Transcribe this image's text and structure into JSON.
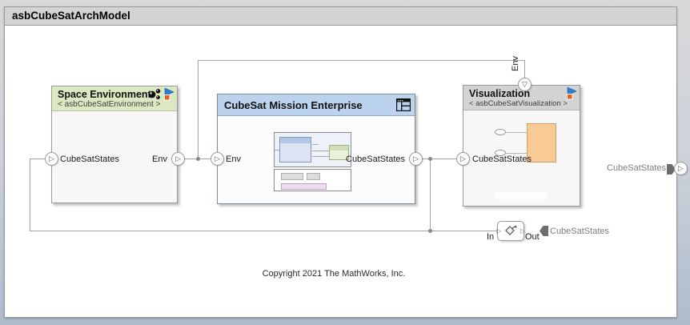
{
  "title_bar": {
    "title": "asbCubeSatArchModel"
  },
  "blocks": {
    "space_environment": {
      "title": "Space Environment",
      "stereotype": "< asbCubeSatEnvironment >",
      "in_port": "CubeSatStates",
      "out_port": "Env"
    },
    "mission_enterprise": {
      "title": "CubeSat Mission Enterprise",
      "in_port": "Env",
      "out_port": "CubeSatStates"
    },
    "visualization": {
      "title": "Visualization",
      "stereotype": "< asbCubeSatVisualization >",
      "top_in_port": "Env",
      "in_port": "CubeSatStates"
    },
    "adapter": {
      "in_label": "In",
      "out_label": "Out",
      "signal_label": "CubeSatStates"
    }
  },
  "root_port": {
    "label": "CubeSatStates"
  },
  "footer": {
    "copyright": "Copyright 2021 The MathWorks, Inc."
  },
  "icons": {
    "port_in_glyph": "▷",
    "port_down_glyph": "▽",
    "space_environment_badges": [
      "model-spheres-icon",
      "simulink-link-badge"
    ],
    "mission_enterprise_badge": "content-preview-icon",
    "visualization_badge": "simulink-link-badge",
    "adapter_icon": "adapter-diamond-icon"
  },
  "colors": {
    "space_env_header": "#dbe8c2",
    "mission_header": "#bcd3ee",
    "visualization_header": "#d3d3d3",
    "thumbnail_orange": "#f8cb96",
    "wire": "#a2a2a2",
    "badge_blue": "#2a7fd4",
    "badge_orange": "#e8601a",
    "canvas": "#ffffff"
  }
}
